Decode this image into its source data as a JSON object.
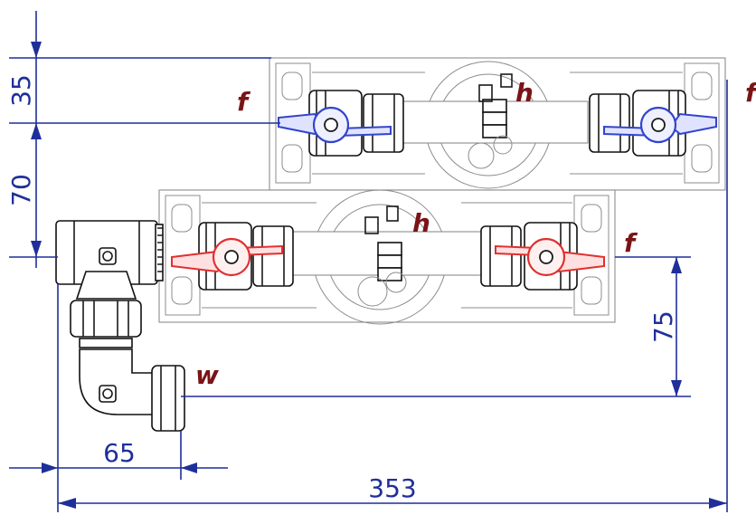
{
  "dimensions": {
    "top_offset": "35",
    "middle_offset": "70",
    "right_height": "75",
    "elbow_width": "65",
    "total_width": "353"
  },
  "labels": {
    "f": "f",
    "h": "h",
    "w": "w"
  },
  "colors": {
    "dimension": "#1e2f9a",
    "label": "#7a1416",
    "blue_handle": "#3344cc",
    "red_handle": "#e03030"
  }
}
